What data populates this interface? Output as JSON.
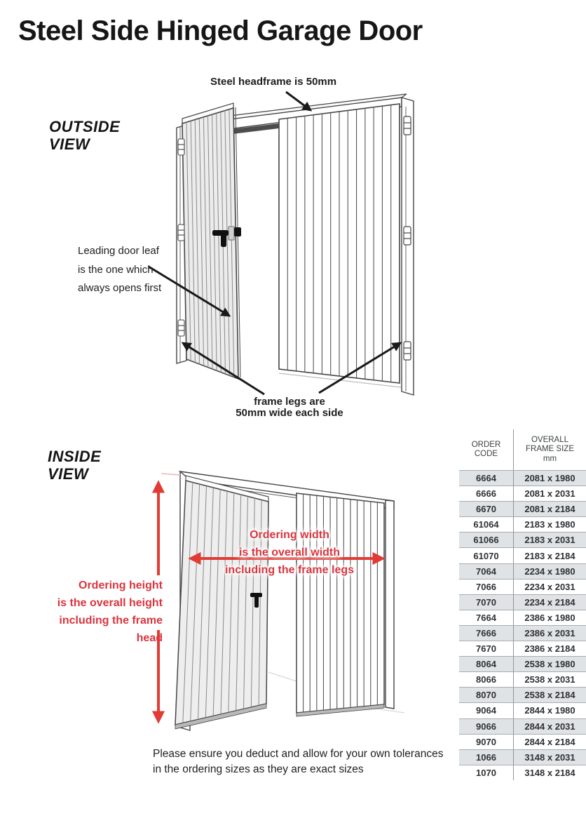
{
  "title": "Steel Side Hinged Garage Door",
  "outside_view": {
    "label_line1": "OUTSIDE",
    "label_line2": "VIEW",
    "headframe_note": "Steel headframe is 50mm",
    "leading_leaf_note_lines": [
      "Leading door leaf",
      "is the one which",
      "always opens first"
    ],
    "frame_legs_note_lines": [
      "frame legs are",
      "50mm wide each side"
    ]
  },
  "inside_view": {
    "label_line1": "INSIDE",
    "label_line2": "VIEW",
    "ordering_height_lines": [
      "Ordering height",
      "is the overall height",
      "including the frame head"
    ],
    "ordering_width_lines": [
      "Ordering width",
      "is the overall width",
      "including the frame legs"
    ]
  },
  "table": {
    "header": {
      "col1_lines": [
        "ORDER",
        "CODE"
      ],
      "col2_lines": [
        "OVERALL",
        "FRAME SIZE",
        "mm"
      ]
    },
    "rows": [
      {
        "code": "6664",
        "size": "2081 x 1980"
      },
      {
        "code": "6666",
        "size": "2081 x 2031"
      },
      {
        "code": "6670",
        "size": "2081 x 2184"
      },
      {
        "code": "61064",
        "size": "2183 x 1980"
      },
      {
        "code": "61066",
        "size": "2183 x 2031"
      },
      {
        "code": "61070",
        "size": "2183 x 2184"
      },
      {
        "code": "7064",
        "size": "2234 x 1980"
      },
      {
        "code": "7066",
        "size": "2234 x 2031"
      },
      {
        "code": "7070",
        "size": "2234 x 2184"
      },
      {
        "code": "7664",
        "size": "2386 x 1980"
      },
      {
        "code": "7666",
        "size": "2386 x 2031"
      },
      {
        "code": "7670",
        "size": "2386 x 2184"
      },
      {
        "code": "8064",
        "size": "2538 x 1980"
      },
      {
        "code": "8066",
        "size": "2538 x 2031"
      },
      {
        "code": "8070",
        "size": "2538 x 2184"
      },
      {
        "code": "9064",
        "size": "2844 x 1980"
      },
      {
        "code": "9066",
        "size": "2844 x 2031"
      },
      {
        "code": "9070",
        "size": "2844 x 2184"
      },
      {
        "code": "1066",
        "size": "3148 x 2031"
      },
      {
        "code": "1070",
        "size": "3148 x 2184"
      }
    ]
  },
  "footer_note_lines": [
    "Please ensure you deduct and allow for your own tolerances",
    "in the ordering sizes as they are exact sizes"
  ],
  "colors": {
    "accent_red": "#d9353e",
    "drawing_line": "#454545",
    "row_shade": "#e0e3e6",
    "text": "#1a1a1a"
  }
}
